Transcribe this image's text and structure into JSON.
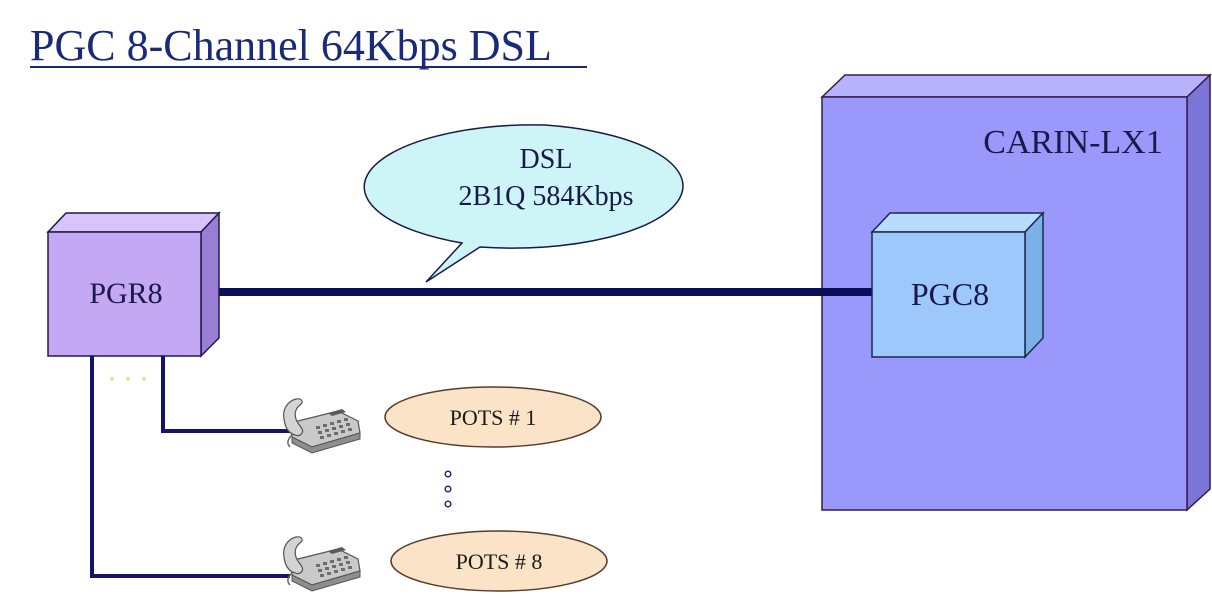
{
  "title": "PGC 8-Channel 64Kbps DSL",
  "callout": {
    "line1": "DSL",
    "line2": "2B1Q 584Kbps"
  },
  "nodes": {
    "pgr8": "PGR8",
    "carin": "CARIN-LX1",
    "pgc8": "PGC8"
  },
  "pots": [
    {
      "label": "POTS # 1"
    },
    {
      "label": "POTS # 8"
    }
  ],
  "colors": {
    "title": "#1a2a7a",
    "pgr8_face": "#c4a8f4",
    "carin_face": "#9a98fa",
    "pgc8_face": "#9cc8fc",
    "dsl_line": "#0a0f5c",
    "pots_wire": "#14146a",
    "callout_fill": "#cdf5f7",
    "pots_fill": "#fbe3c7"
  }
}
